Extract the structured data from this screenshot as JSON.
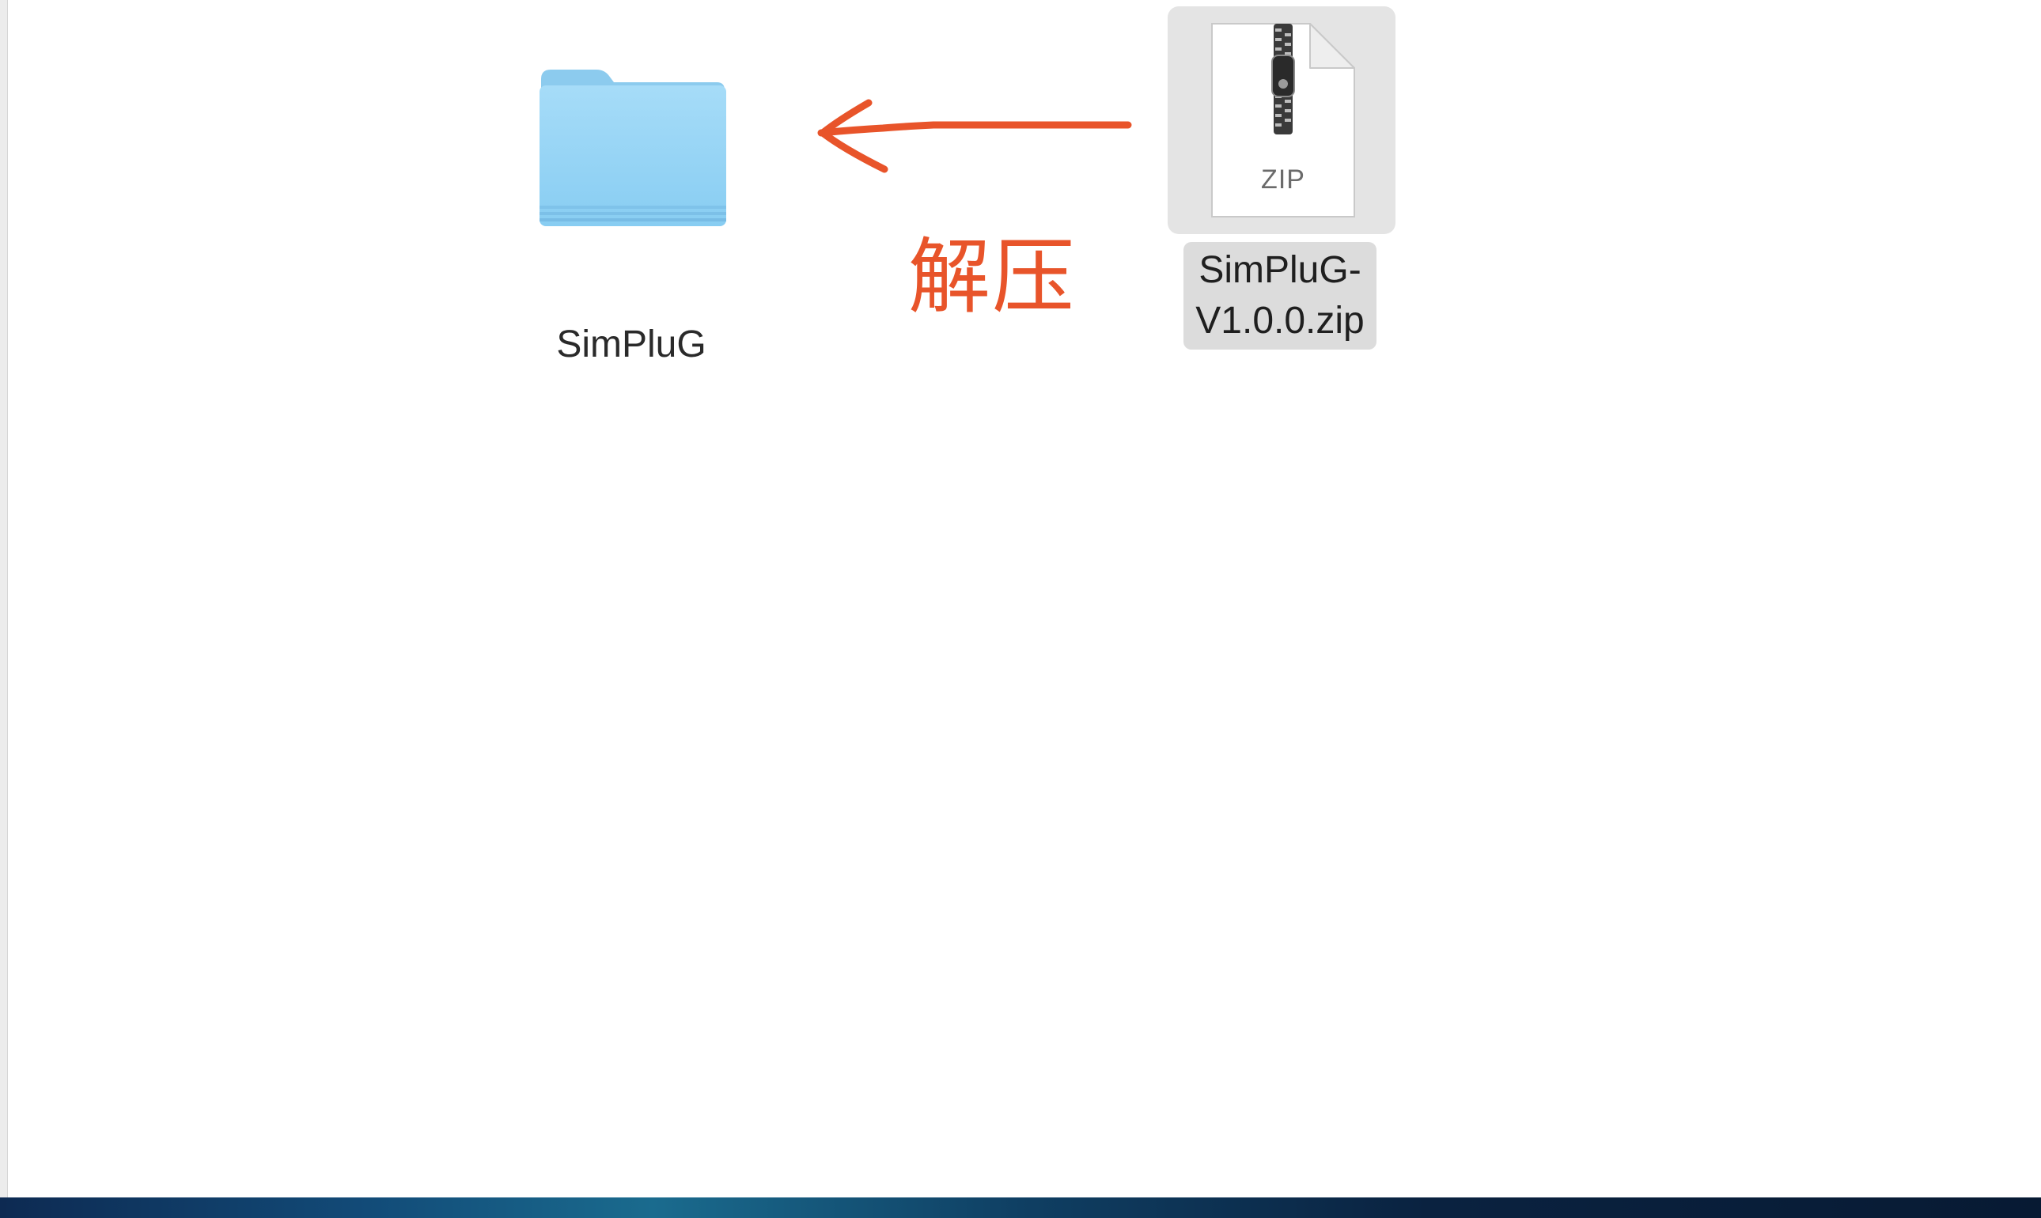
{
  "finder": {
    "items": [
      {
        "name": "SimPluG",
        "kind": "folder",
        "icon": "folder-icon",
        "selected": false
      },
      {
        "name": "SimPluG-\nV1.0.0.zip",
        "kind": "zip-archive",
        "icon": "zip-archive-icon",
        "badge": "ZIP",
        "selected": true
      }
    ]
  },
  "annotation": {
    "label": "解压",
    "icon": "arrow-left-icon",
    "color": "#e8542a"
  },
  "colors": {
    "folder_blue": "#8fd0f4",
    "selection_gray": "#e4e4e4",
    "label_selection_gray": "#dcdcdc"
  }
}
